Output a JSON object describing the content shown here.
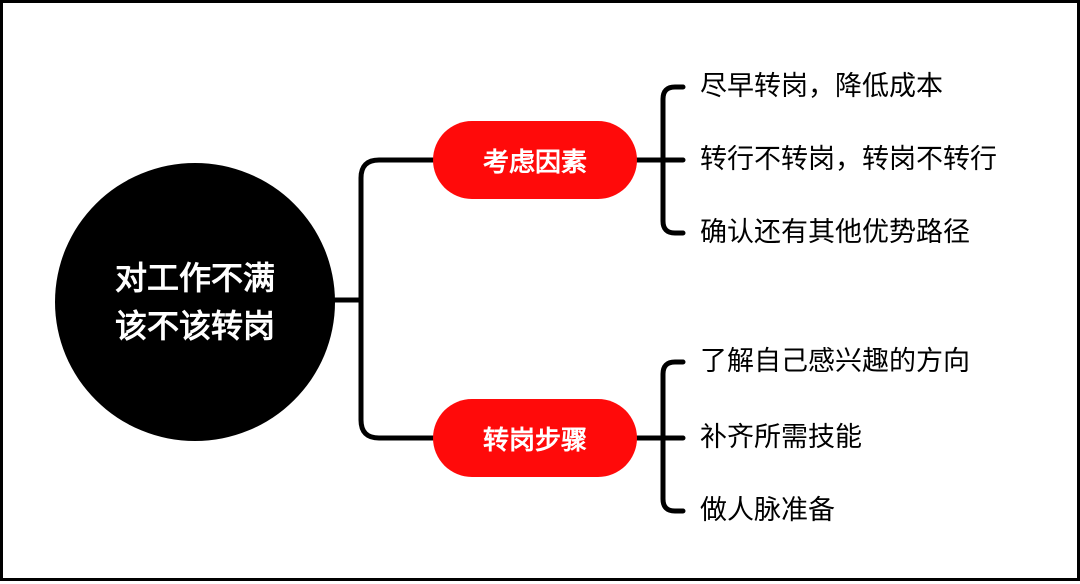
{
  "colors": {
    "root": "#000000",
    "branch": "#ff0a0a",
    "line": "#000000"
  },
  "root": {
    "lines": [
      "对工作不满",
      "该不该转岗"
    ]
  },
  "branches": [
    {
      "label": "考虑因素",
      "items": [
        "尽早转岗，降低成本",
        "转行不转岗，转岗不转行",
        "确认还有其他优势路径"
      ]
    },
    {
      "label": "转岗步骤",
      "items": [
        "了解自己感兴趣的方向",
        "补齐所需技能",
        "做人脉准备"
      ]
    }
  ]
}
